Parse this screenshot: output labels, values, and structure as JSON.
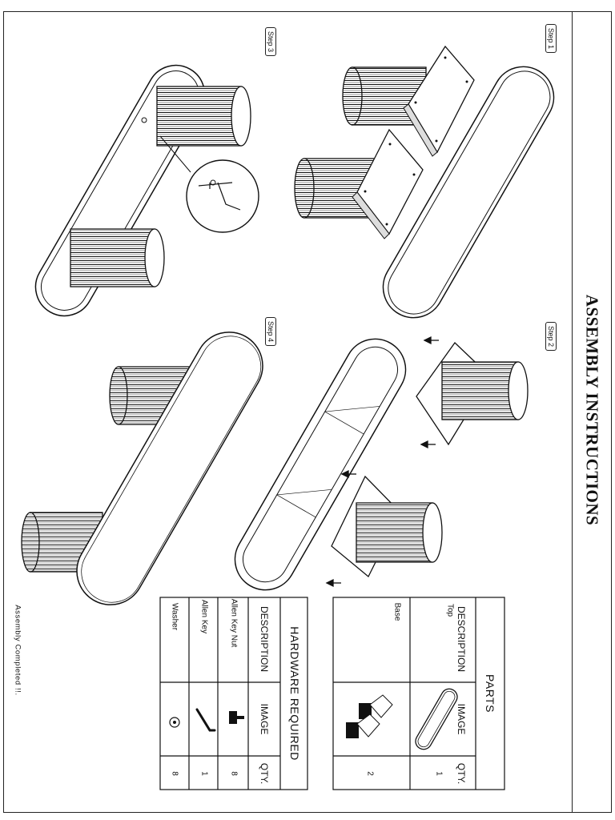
{
  "title": "ASSEMBLY INSTRUCTIONS",
  "steps": [
    {
      "label": "Step 1"
    },
    {
      "label": "Step 2"
    },
    {
      "label": "Step 3"
    },
    {
      "label": "Step 4"
    }
  ],
  "parts_table": {
    "title": "PARTS",
    "headers": {
      "description": "DESCRIPTION",
      "image": "IMAGE",
      "qty": "QTY."
    },
    "rows": [
      {
        "description": "Top",
        "qty": "1"
      },
      {
        "description": "Base",
        "qty": "2"
      }
    ]
  },
  "hardware_table": {
    "title": "HARDWARE REQUIRED",
    "headers": {
      "description": "DESCRIPTION",
      "image": "IMAGE",
      "qty": "QTY."
    },
    "rows": [
      {
        "description": "Allen Key Nut",
        "qty": "8"
      },
      {
        "description": "Allen Key",
        "qty": "1"
      },
      {
        "description": "Washer",
        "qty": "8"
      }
    ]
  },
  "completion_note": "Assembly Completed !!."
}
